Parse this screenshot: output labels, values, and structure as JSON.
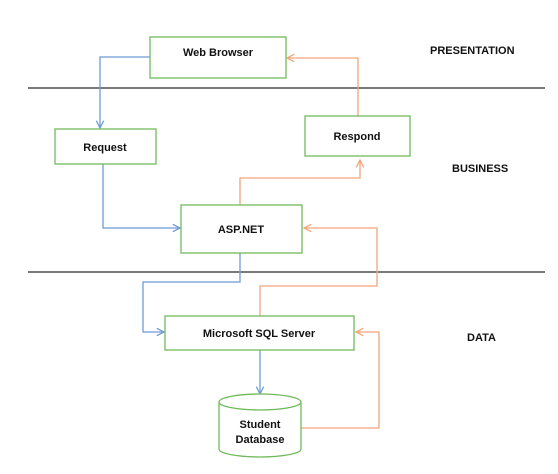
{
  "layers": {
    "presentation": "PRESENTATION",
    "business": "BUSINESS",
    "data": "DATA"
  },
  "nodes": {
    "web_browser": "Web Browser",
    "request": "Request",
    "respond": "Respond",
    "aspnet": "ASP.NET",
    "sql_server": "Microsoft SQL Server",
    "database_line1": "Student",
    "database_line2": "Database"
  },
  "colors": {
    "box_border": "#70b95a",
    "request_flow": "#6f9bd5",
    "response_flow": "#f2a57b",
    "divider": "#7a7a7a"
  }
}
